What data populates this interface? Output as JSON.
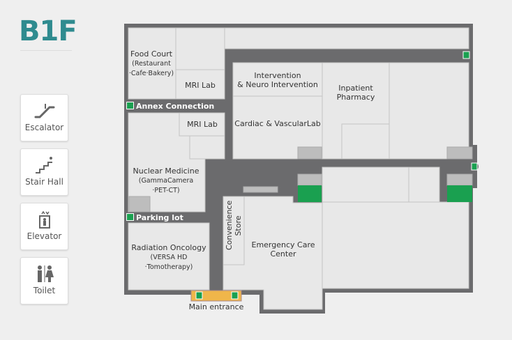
{
  "floor": "B1F",
  "legend": [
    {
      "label": "Escalator",
      "icon": "escalator-icon"
    },
    {
      "label": "Stair Hall",
      "icon": "stairs-icon"
    },
    {
      "label": "Elevator",
      "icon": "elevator-icon"
    },
    {
      "label": "Toilet",
      "icon": "toilet-icon"
    }
  ],
  "rooms": {
    "food_court": "Food Court",
    "food_court_sub1": "(Restaurant",
    "food_court_sub2": "·Cafe·Bakery)",
    "mri1": "MRI Lab",
    "mri2": "MRI Lab",
    "intervention1": "Intervention",
    "intervention2": "& Neuro Intervention",
    "cardiac": "Cardiac & VascularLab",
    "pharmacy1": "Inpatient",
    "pharmacy2": "Pharmacy",
    "nuclear": "Nuclear Medicine",
    "nuclear_sub1": "(GammaCamera",
    "nuclear_sub2": "·PET-CT)",
    "radiation": "Radiation Oncology",
    "radiation_sub1": "(VERSA HD",
    "radiation_sub2": "·Tomotherapy)",
    "convenience": "Convenience Store",
    "emergency1": "Emergency Care",
    "emergency2": "Center"
  },
  "corridors": {
    "annex": "Annex Connection",
    "parking": "Parking lot",
    "main_entrance": "Main entrance"
  },
  "colors": {
    "accent": "#2f8b8f",
    "wall": "#6b6b6d",
    "room": "#e6e6e6",
    "exit": "#1aa050",
    "entrance": "#f0b64a"
  }
}
